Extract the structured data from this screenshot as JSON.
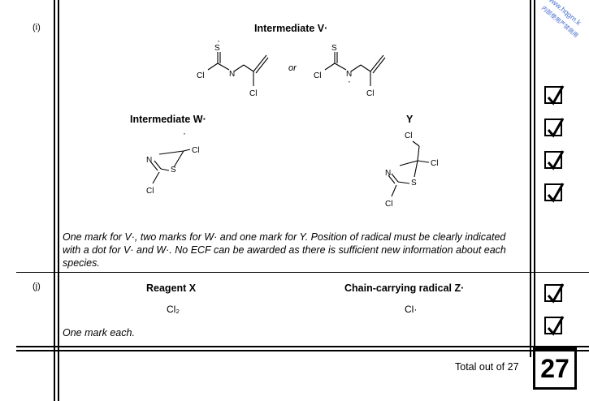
{
  "part_i": {
    "label": "(i)",
    "heading_v": "Intermediate V·",
    "or_text": "or",
    "heading_w": "Intermediate W·",
    "heading_y": "Y",
    "note": "One mark for V·, two marks for W· and one mark for Y. Position of radical must be clearly indicated with a dot for V· and W·. No ECF can be awarded as there is sufficient new information about each species.",
    "atoms": {
      "cl": "Cl",
      "n": "N",
      "s": "S"
    }
  },
  "part_j": {
    "label": "(j)",
    "heading_reagent": "Reagent X",
    "reagent": "Cl₂",
    "heading_radical": "Chain-carrying radical Z·",
    "radical": "Cl·",
    "note": "One mark each."
  },
  "total": {
    "label": "Total out of 27",
    "value": "27"
  },
  "watermark": {
    "line1": "www.hqgm.k",
    "line2": "内部使用严禁商用"
  }
}
